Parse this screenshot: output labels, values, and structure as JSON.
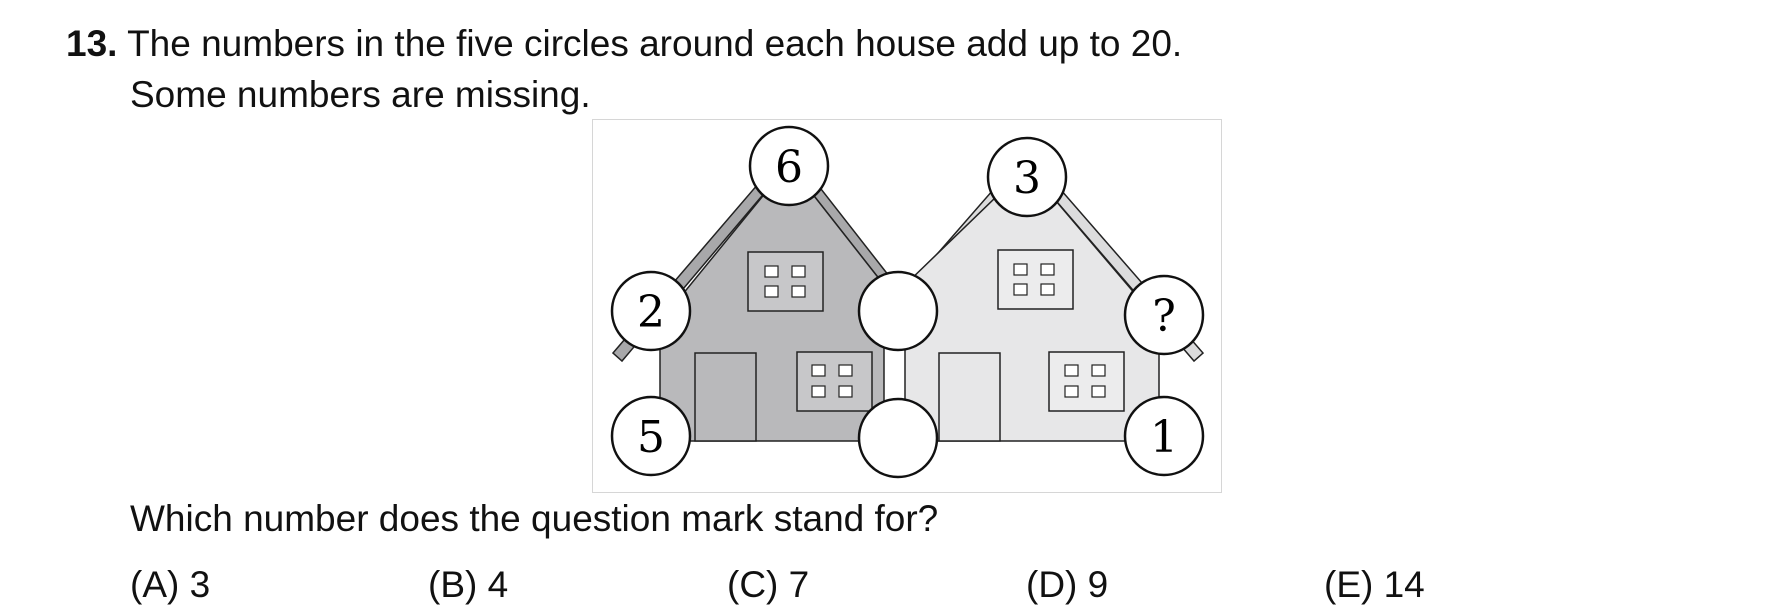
{
  "question": {
    "number": "13.",
    "line1": "The numbers in the five circles around each house add up to 20.",
    "line2": "Some numbers are missing.",
    "prompt": "Which number does the question mark stand for?"
  },
  "figure": {
    "left_house": {
      "top": "6",
      "left_middle": "2",
      "left_bottom": "5"
    },
    "right_house": {
      "top": "3",
      "right_middle": "?",
      "right_bottom": "1"
    },
    "shared": {
      "middle": "",
      "bottom": ""
    },
    "colors": {
      "left_house_fill": "#b9b9bb",
      "right_house_fill": "#e7e7e8",
      "outline": "#222222"
    }
  },
  "answers": [
    {
      "label": "(A) 3"
    },
    {
      "label": "(B) 4"
    },
    {
      "label": "(C) 7"
    },
    {
      "label": "(D) 9"
    },
    {
      "label": "(E) 14"
    }
  ]
}
